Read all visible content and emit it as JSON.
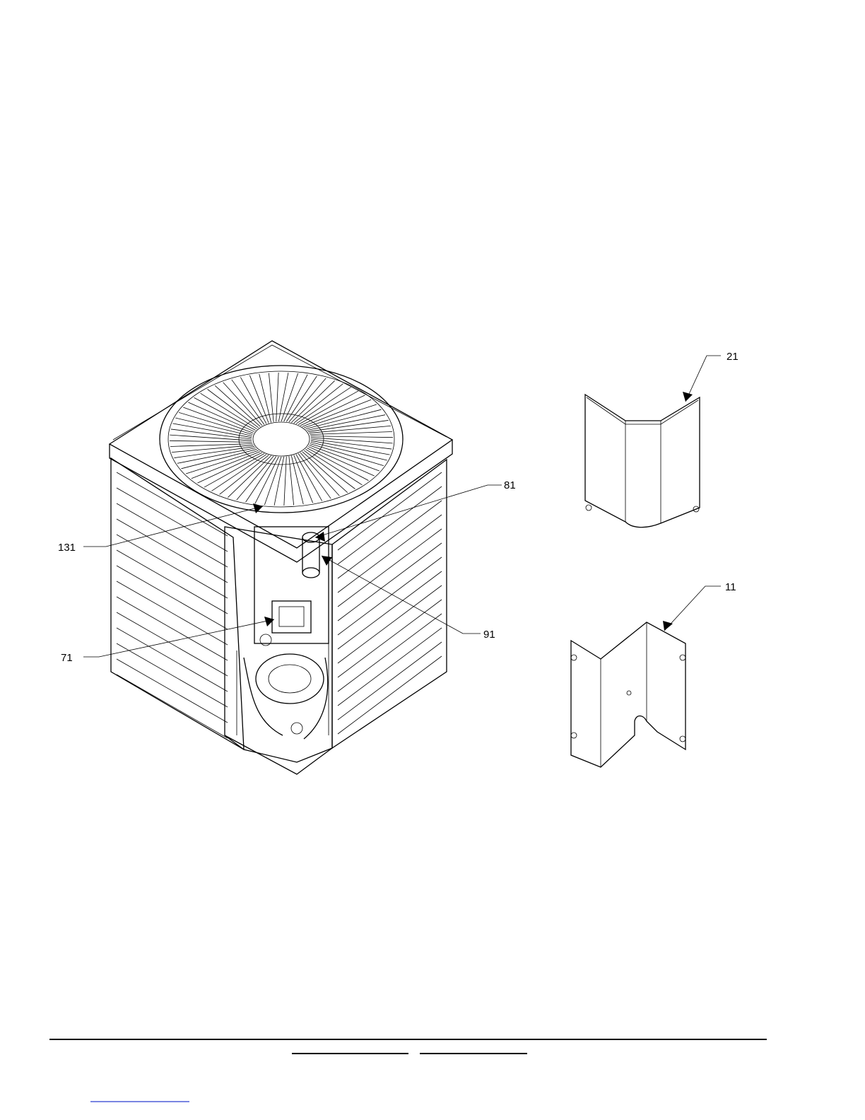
{
  "callouts": {
    "c131": "131",
    "c81": "81",
    "c71": "71",
    "c91": "91",
    "c21": "21",
    "c11": "11"
  },
  "icons": [
    "condenser-unit",
    "corner-panel-21",
    "corner-panel-11"
  ],
  "colors": {
    "line": "#000000",
    "link_underline": "#2b3fd0"
  }
}
